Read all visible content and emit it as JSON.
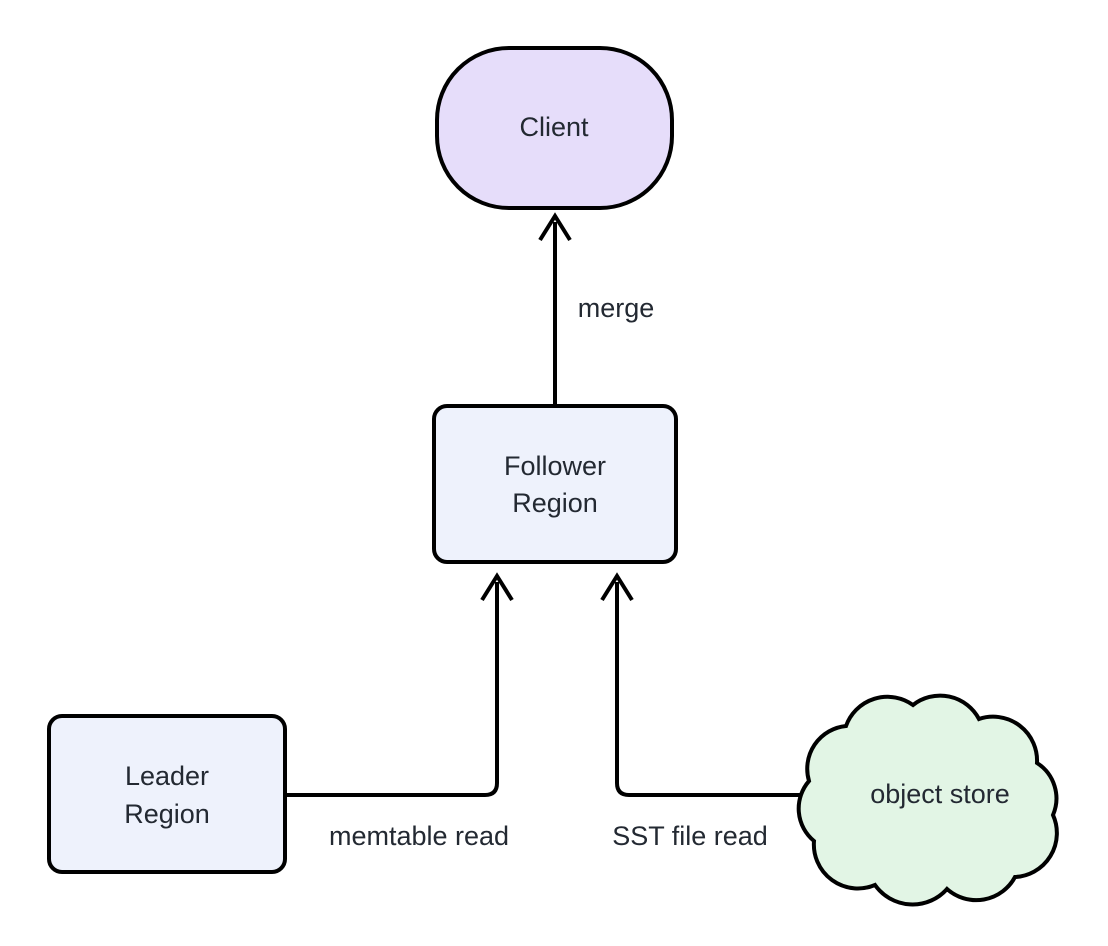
{
  "diagram": {
    "type": "flowchart",
    "direction": "bottom-to-top",
    "background": "#ffffff",
    "stroke_color": "#000000",
    "text_color": "#232932",
    "nodes": [
      {
        "id": "client",
        "label": "Client",
        "shape": "stadium",
        "fill": "#e6ddfa",
        "stroke": "#000000"
      },
      {
        "id": "follower",
        "label_line1": "Follower",
        "label_line2": "Region",
        "shape": "rounded-rectangle",
        "fill": "#eef2fc",
        "stroke": "#000000"
      },
      {
        "id": "leader",
        "label_line1": "Leader",
        "label_line2": "Region",
        "shape": "rounded-rectangle",
        "fill": "#eef2fc",
        "stroke": "#000000"
      },
      {
        "id": "object_store",
        "label": "object store",
        "shape": "cloud",
        "fill": "#e2f5e5",
        "stroke": "#000000"
      }
    ],
    "edges": [
      {
        "id": "follower-to-client",
        "from": "follower",
        "to": "client",
        "label": "merge",
        "arrow": "open-arrow"
      },
      {
        "id": "leader-to-follower",
        "from": "leader",
        "to": "follower",
        "label": "memtable read",
        "arrow": "open-arrow"
      },
      {
        "id": "objectstore-to-follower",
        "from": "object_store",
        "to": "follower",
        "label": "SST file read",
        "arrow": "open-arrow"
      }
    ]
  }
}
